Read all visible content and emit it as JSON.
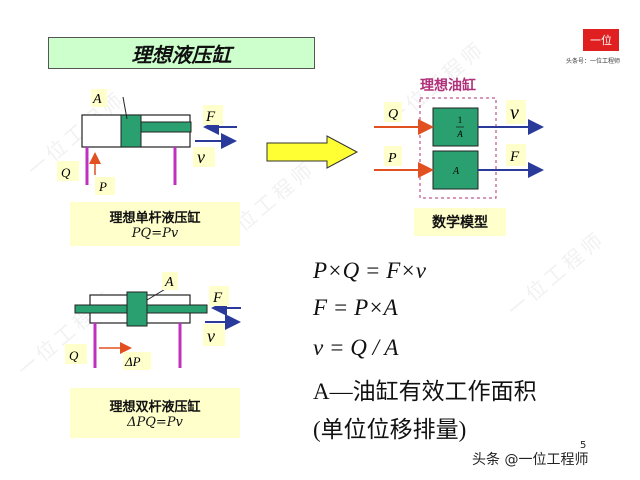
{
  "title": "理想液压缸",
  "logo": {
    "text": "一位",
    "subtitle": "头条号：一位工程师"
  },
  "watermark": "一位工程师",
  "single_rod": {
    "caption_line1": "理想单杆液压缸",
    "caption_line2": "PQ=Pv",
    "labels": {
      "A": "A",
      "F": "F",
      "v": "v",
      "Q": "Q",
      "P": "P"
    }
  },
  "double_rod": {
    "caption_line1": "理想双杆液压缸",
    "caption_line2": "ΔPQ=Pv",
    "labels": {
      "A": "A",
      "F": "F",
      "v": "v",
      "Q": "Q",
      "dP": "ΔP"
    }
  },
  "model": {
    "title": "理想油缸",
    "caption": "数学模型",
    "labels": {
      "Q": "Q",
      "v": "v",
      "P": "P",
      "F": "F",
      "top_num": "1",
      "top_den": "A",
      "bottom": "A"
    }
  },
  "equations": {
    "eq1": "P×Q = F×v",
    "eq2": "F = P×A",
    "eq3": "v = Q / A",
    "eq4": "A—油缸有效工作面积",
    "eq5": "(单位位移排量)"
  },
  "footer": "头条 @一位工程师",
  "page_number": "5",
  "colors": {
    "cylinder": "#2aa070",
    "arrow_blue": "#2a3a9a",
    "arrow_red": "#e05020",
    "line_purple": "#c030c0",
    "yellow_box": "#ffffcc",
    "title_green": "#ccffcc"
  }
}
